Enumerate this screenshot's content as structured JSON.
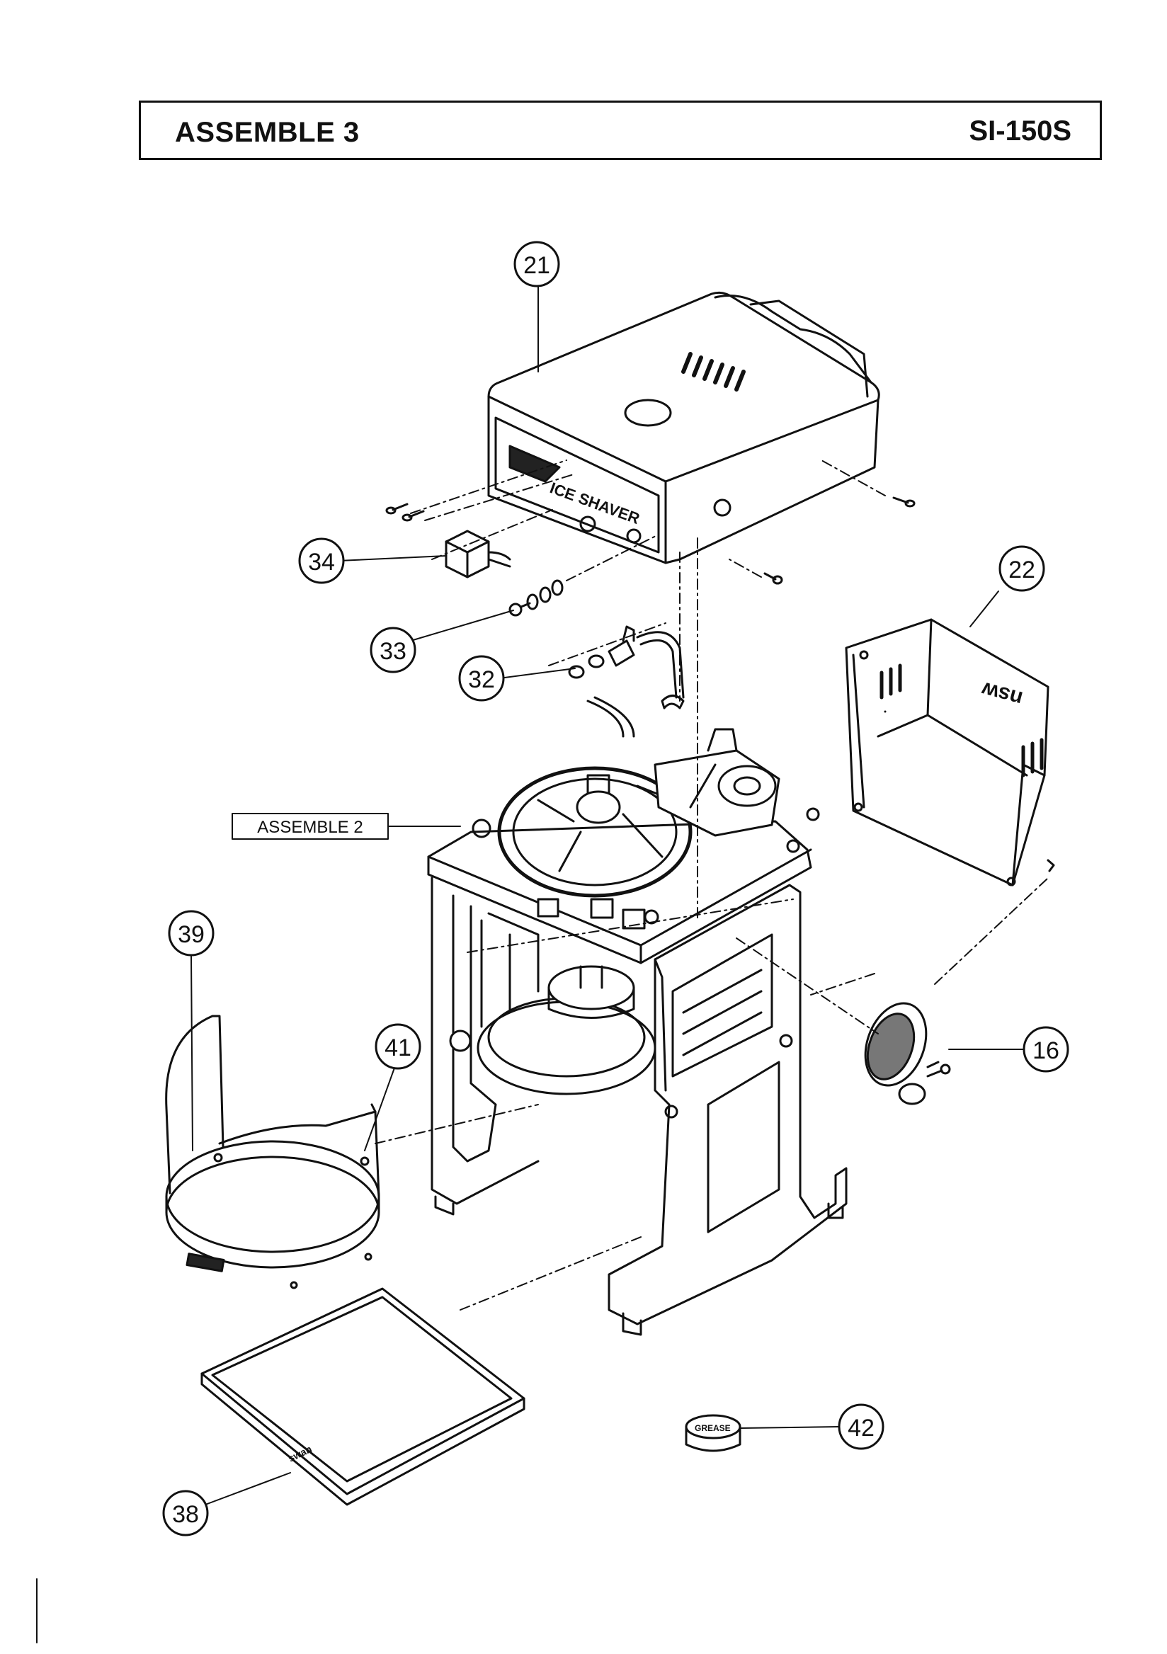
{
  "header": {
    "title": "ASSEMBLE 3",
    "model": "SI-150S"
  },
  "callouts": {
    "c21": "21",
    "c22": "22",
    "c34": "34",
    "c33": "33",
    "c32": "32",
    "c39": "39",
    "c41": "41",
    "c16": "16",
    "c42": "42",
    "c38": "38"
  },
  "labels": {
    "assemble2": "ASSEMBLE 2",
    "ice_shaver": "ICE SHAVER",
    "grease": "GREASE"
  }
}
